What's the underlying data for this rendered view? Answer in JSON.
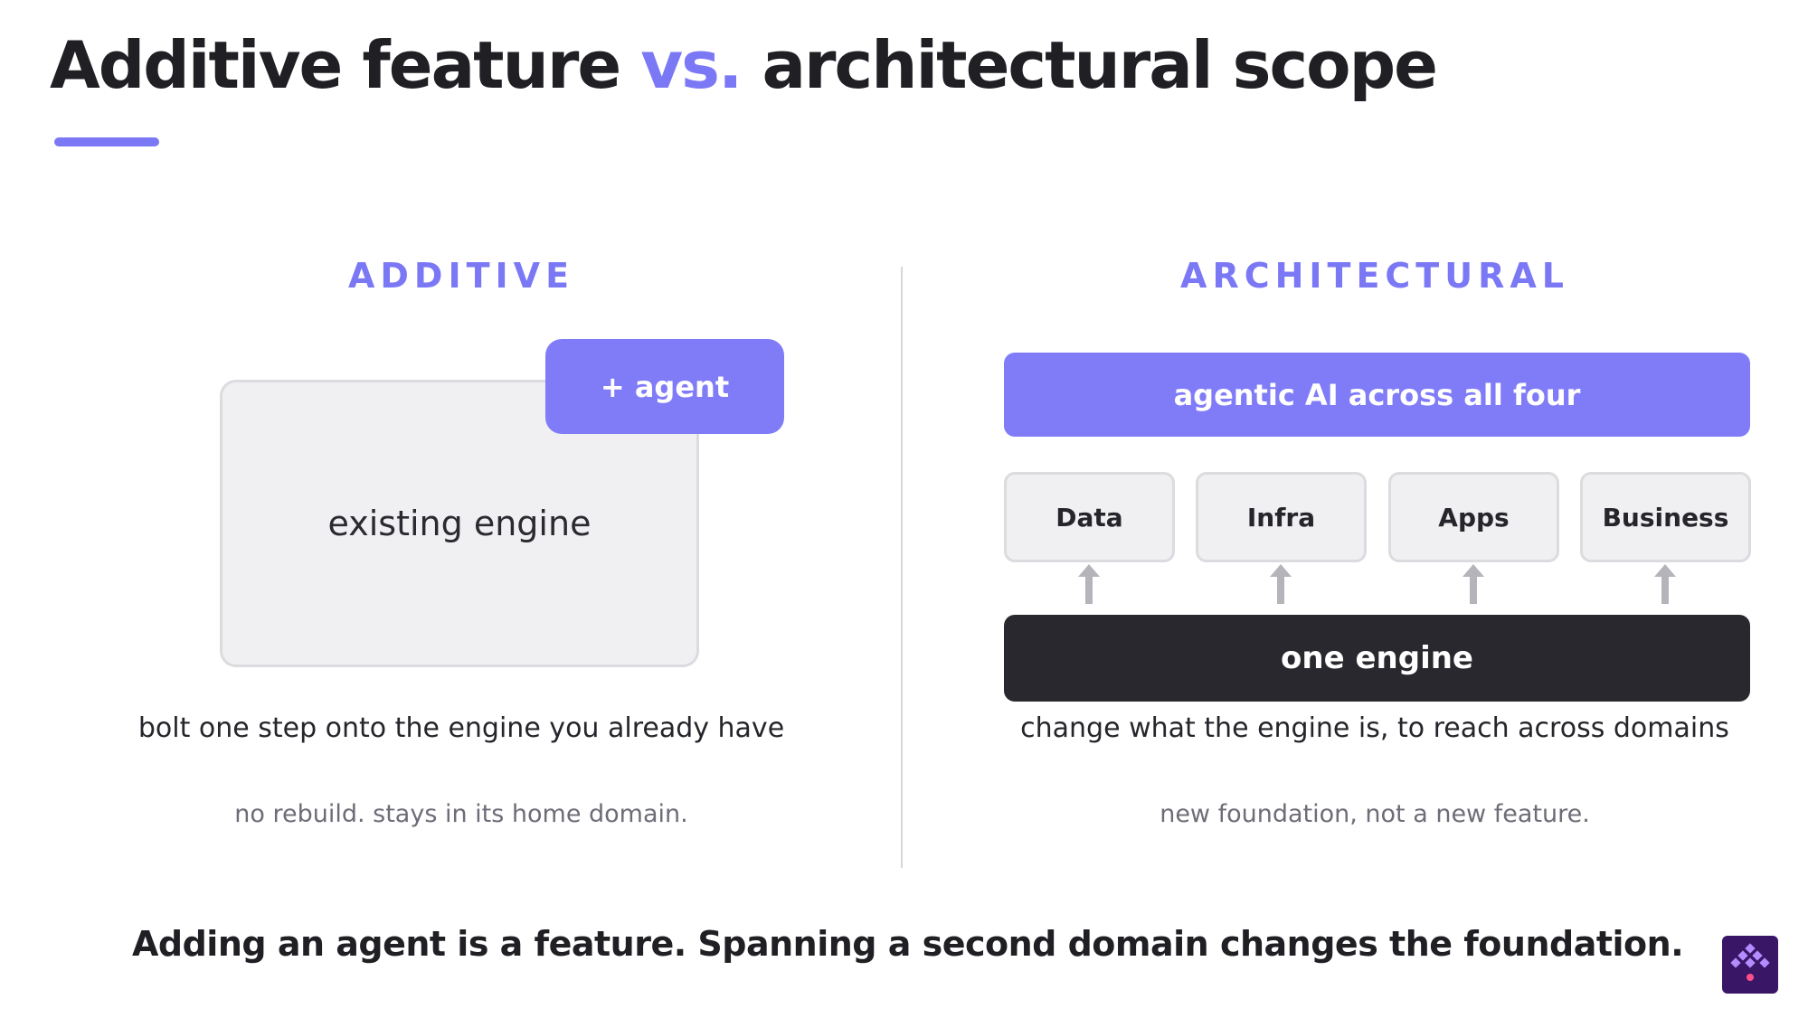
{
  "title": {
    "part1": "Additive feature ",
    "accent": "vs.",
    "part2": " architectural scope"
  },
  "additive": {
    "label": "ADDITIVE",
    "engine_label": "existing engine",
    "agent_label": "+ agent",
    "caption": "bolt one step onto the engine you already have",
    "subcaption": "no rebuild. stays in its home domain."
  },
  "architectural": {
    "label": "ARCHITECTURAL",
    "top_bar": "agentic AI across all four",
    "domains": [
      "Data",
      "Infra",
      "Apps",
      "Business"
    ],
    "engine_label": "one engine",
    "caption": "change what the engine is, to reach across domains",
    "subcaption": "new foundation, not a new feature."
  },
  "footer": {
    "statement": "Adding an agent is a feature. Spanning a second domain changes the foundation."
  },
  "colors": {
    "accent": "#7b78f5",
    "dark": "#28282e",
    "box_fill": "#f0f0f2",
    "logo_bg": "#3a1766"
  },
  "icons": {
    "logo": "diamond-grid-logo-icon",
    "arrow": "arrow-up-icon"
  }
}
